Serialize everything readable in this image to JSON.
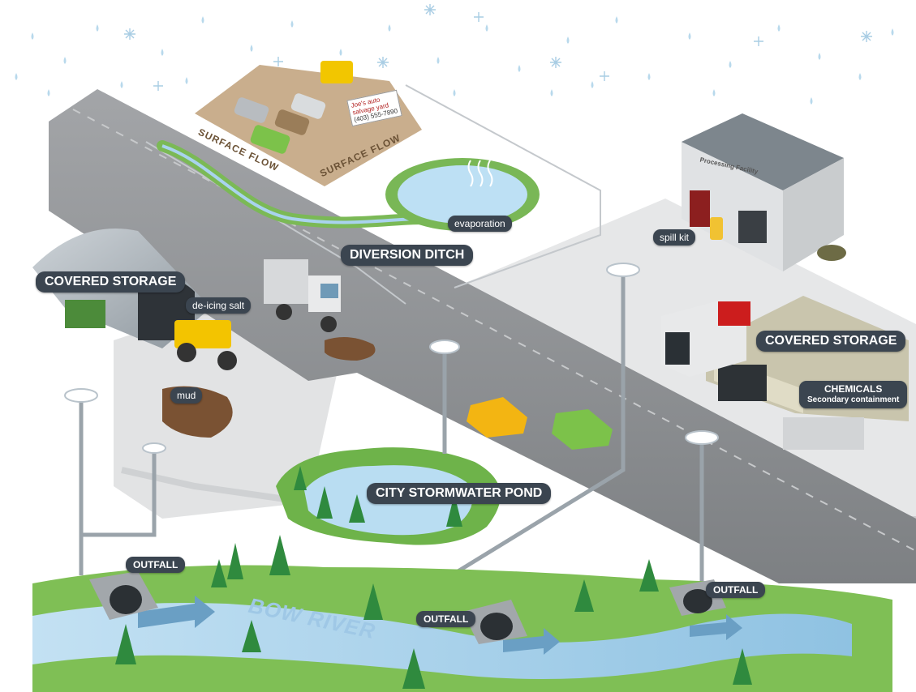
{
  "labels": {
    "covered_storage_left": "COVERED STORAGE",
    "covered_storage_right": "COVERED STORAGE",
    "diversion_ditch": "DIVERSION DITCH",
    "city_stormwater_pond": "CITY STORMWATER POND",
    "evaporation": "evaporation",
    "spill_kit": "spill kit",
    "de_icing_salt": "de-icing salt",
    "mud": "mud",
    "chemicals": "CHEMICALS",
    "secondary_containment": "Secondary containment",
    "outfall_1": "OUTFALL",
    "outfall_2": "OUTFALL",
    "outfall_3": "OUTFALL",
    "bow_river": "BOW RIVER",
    "surface_flow_1": "SURFACE FLOW",
    "surface_flow_2": "SURFACE FLOW",
    "processing_facility": "Processing Facility"
  },
  "salvage_sign": {
    "name_line1": "Joe's auto",
    "name_line2": "salvage yard",
    "phone": "(403) 555-7890"
  },
  "colors": {
    "road": "#8e9093",
    "lot": "#e4e5e6",
    "grass": "#6eb34a",
    "water": "#a9d3ee",
    "label_bg": "#3b4550",
    "pipe": "#9aa3aa"
  }
}
